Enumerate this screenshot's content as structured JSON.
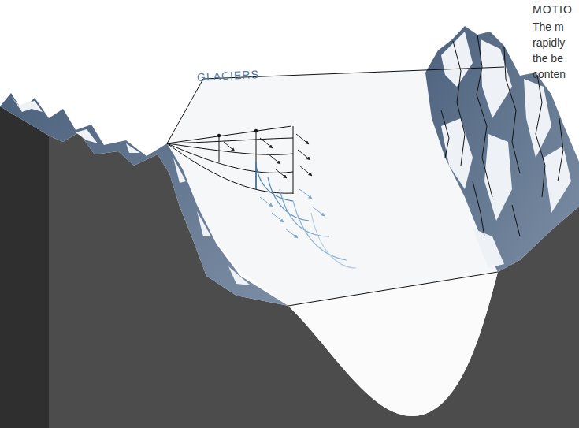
{
  "diagram": {
    "labels": [
      "GLACIERS",
      "MOTIO",
      "The m",
      "rapidly",
      "the be",
      "conten"
    ]
  }
}
